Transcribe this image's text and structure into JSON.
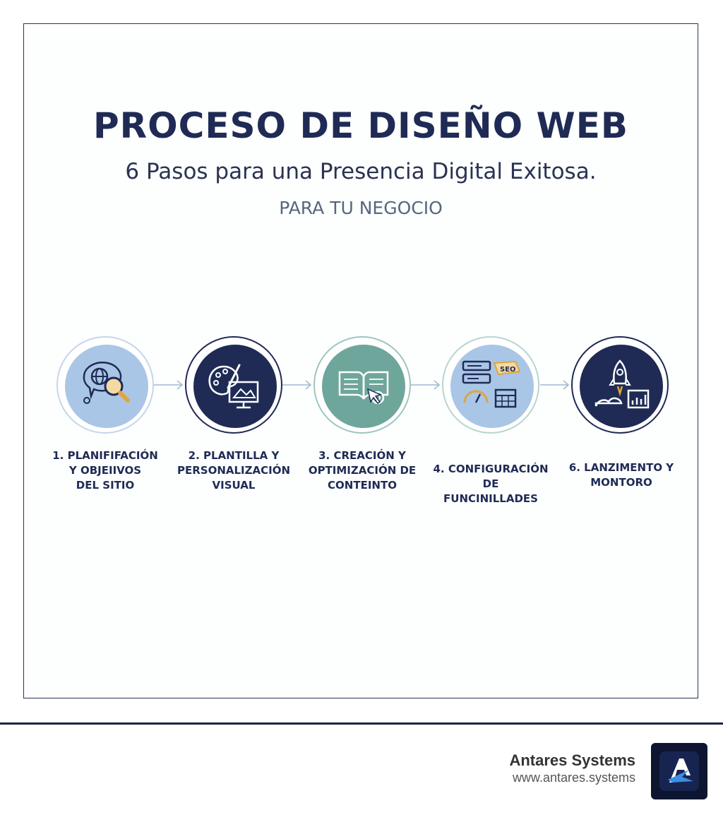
{
  "header": {
    "title": "PROCESO DE DISEÑO WEB",
    "subtitle": "6 Pasos para una Presencia Digital Exitosa.",
    "tagline": "PARA TU NEGOCIO"
  },
  "steps": [
    {
      "label_lines": [
        "1. PLANIFIFACIÓN",
        "Y OBJEIIVOS",
        "DEL SITIO"
      ],
      "icon": "globe-search-icon"
    },
    {
      "label_lines": [
        "2. PLANTILLA Y",
        "PERSONALIZACIÓN",
        "VISUAL"
      ],
      "icon": "palette-monitor-icon"
    },
    {
      "label_lines": [
        "3. CREACIÓN Y",
        "OPTIMIZACIÓN DE",
        "CONTEINTO"
      ],
      "icon": "book-gear-icon"
    },
    {
      "label_lines": [
        "4. CONFIGURACIÓN DE",
        "FUNCINILLADES"
      ],
      "icon": "seo-dashboard-icon",
      "badge": "SEO"
    },
    {
      "label_lines": [
        "6. LANZIMENTO Y",
        "MONTORO"
      ],
      "icon": "rocket-chart-icon"
    }
  ],
  "colors": {
    "navy": "#1f2b55",
    "light_blue": "#a9c6e6",
    "teal": "#6fa69c",
    "accent_gold": "#e0a53b"
  },
  "footer": {
    "brand": "Antares Systems",
    "url": "www.antares.systems",
    "logo_icon": "antares-logo-icon"
  }
}
